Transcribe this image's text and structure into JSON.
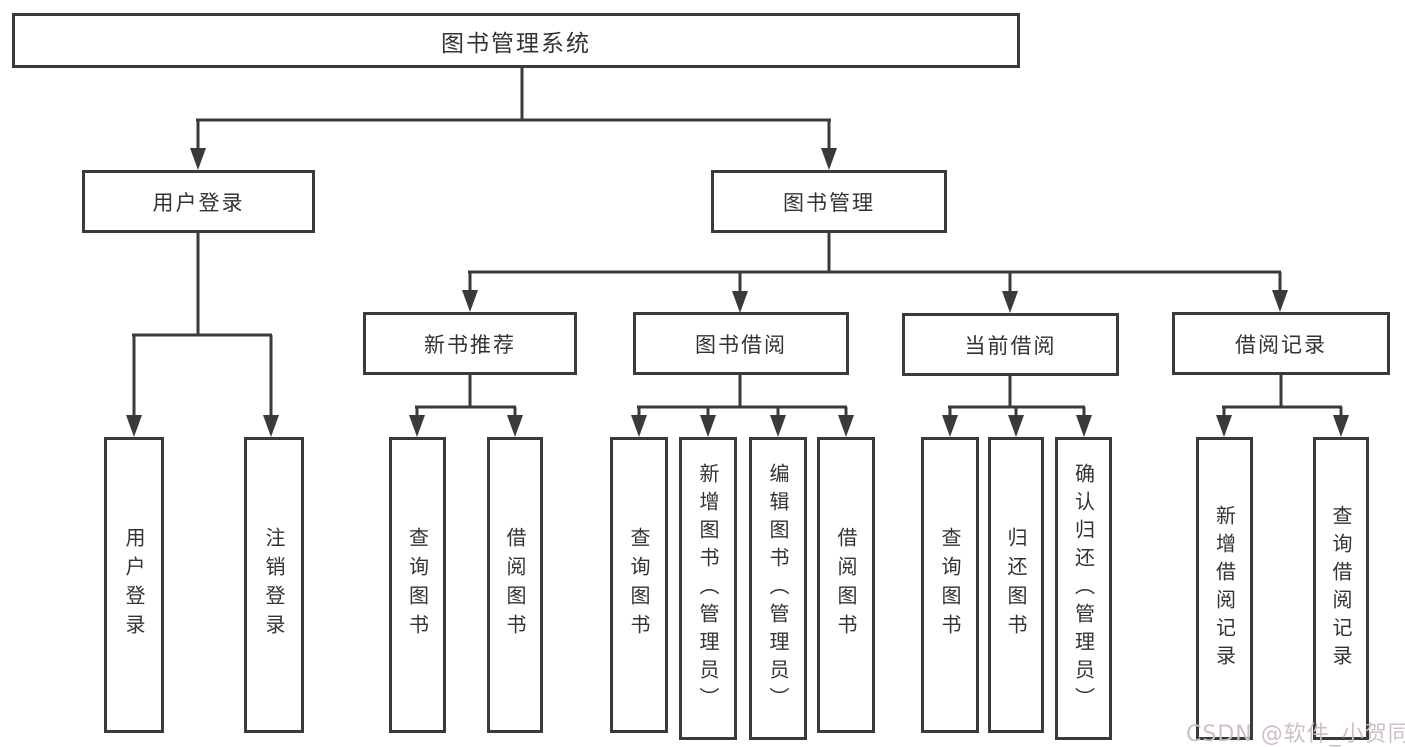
{
  "diagram_title": "图书管理系统",
  "colors": {
    "line": "#3a3a3a",
    "text": "#333333",
    "background": "#ffffff",
    "watermark": "#cfbfbf"
  },
  "nodes": {
    "root": {
      "label": "图书管理系统"
    },
    "user_login": {
      "label": "用户登录"
    },
    "book_mgmt": {
      "label": "图书管理"
    },
    "new_book_rec": {
      "label": "新书推荐"
    },
    "book_borrow": {
      "label": "图书借阅"
    },
    "current_borrow": {
      "label": "当前借阅"
    },
    "borrow_record": {
      "label": "借阅记录"
    },
    "login": {
      "label": "用户登录"
    },
    "logout": {
      "label": "注销登录"
    },
    "nbr_query": {
      "label": "查询图书"
    },
    "nbr_borrow": {
      "label": "借阅图书"
    },
    "bb_query": {
      "label": "查询图书"
    },
    "bb_add": {
      "label": "新增图书（管理员）"
    },
    "bb_edit": {
      "label": "编辑图书（管理员）"
    },
    "bb_borrow": {
      "label": "借阅图书"
    },
    "cb_query": {
      "label": "查询图书"
    },
    "cb_return": {
      "label": "归还图书"
    },
    "cb_confirm": {
      "label": "确认归还（管理员）"
    },
    "br_add": {
      "label": "新增借阅记录"
    },
    "br_query": {
      "label": "查询借阅记录"
    }
  },
  "hierarchy": {
    "图书管理系统": {
      "用户登录": [
        "用户登录",
        "注销登录"
      ],
      "图书管理": {
        "新书推荐": [
          "查询图书",
          "借阅图书"
        ],
        "图书借阅": [
          "查询图书",
          "新增图书（管理员）",
          "编辑图书（管理员）",
          "借阅图书"
        ],
        "当前借阅": [
          "查询图书",
          "归还图书",
          "确认归还（管理员）"
        ],
        "借阅记录": [
          "新增借阅记录",
          "查询借阅记录"
        ]
      }
    }
  },
  "watermark": {
    "text": "CSDN @软件_小贺同学"
  }
}
